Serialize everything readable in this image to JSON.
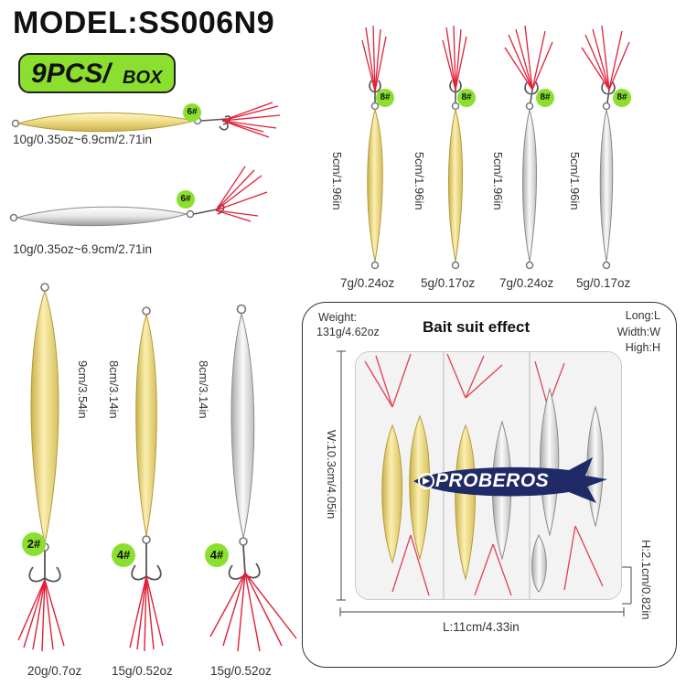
{
  "header": {
    "model": "MODEL:SS006N9",
    "count_main": "9PCS/",
    "count_unit": "BOX"
  },
  "top_left_lures": [
    {
      "hook": "6#",
      "spec": "10g/0.35oz~6.9cm/2.71in",
      "color": "gold"
    },
    {
      "hook": "6#",
      "spec": "10g/0.35oz~6.9cm/2.71in",
      "color": "silver"
    }
  ],
  "top_right_lures": [
    {
      "hook": "8#",
      "length": "5cm/1.96in",
      "weight": "7g/0.24oz",
      "color": "gold"
    },
    {
      "hook": "8#",
      "length": "5cm/1.96in",
      "weight": "5g/0.17oz",
      "color": "gold"
    },
    {
      "hook": "8#",
      "length": "5cm/1.96in",
      "weight": "7g/0.24oz",
      "color": "silver"
    },
    {
      "hook": "8#",
      "length": "5cm/1.96in",
      "weight": "5g/0.17oz",
      "color": "silver"
    }
  ],
  "bottom_left_lures": [
    {
      "hook": "2#",
      "length": "9cm/3.54in",
      "weight": "20g/0.7oz",
      "color": "gold"
    },
    {
      "hook": "4#",
      "length": "8cm/3.14in",
      "weight": "15g/0.52oz",
      "color": "gold"
    },
    {
      "hook": "4#",
      "length": "8cm/3.14in",
      "weight": "15g/0.52oz",
      "color": "silver"
    }
  ],
  "box": {
    "title": "Bait suit effect",
    "weight_label": "Weight:",
    "weight_value": "131g/4.62oz",
    "legend_long": "Long:L",
    "legend_width": "Width:W",
    "legend_high": "High:H",
    "width_dim": "W:10.3cm/4.05in",
    "length_dim": "L:11cm/4.33in",
    "height_dim": "H:2.1cm/0.82in",
    "brand": "PROBEROS"
  },
  "colors": {
    "badge_green": "#8be02f",
    "gold": "#e8d77a",
    "silver": "#dcdcdc",
    "feather_red": "#e0203a",
    "brand_navy": "#1f2a66"
  }
}
